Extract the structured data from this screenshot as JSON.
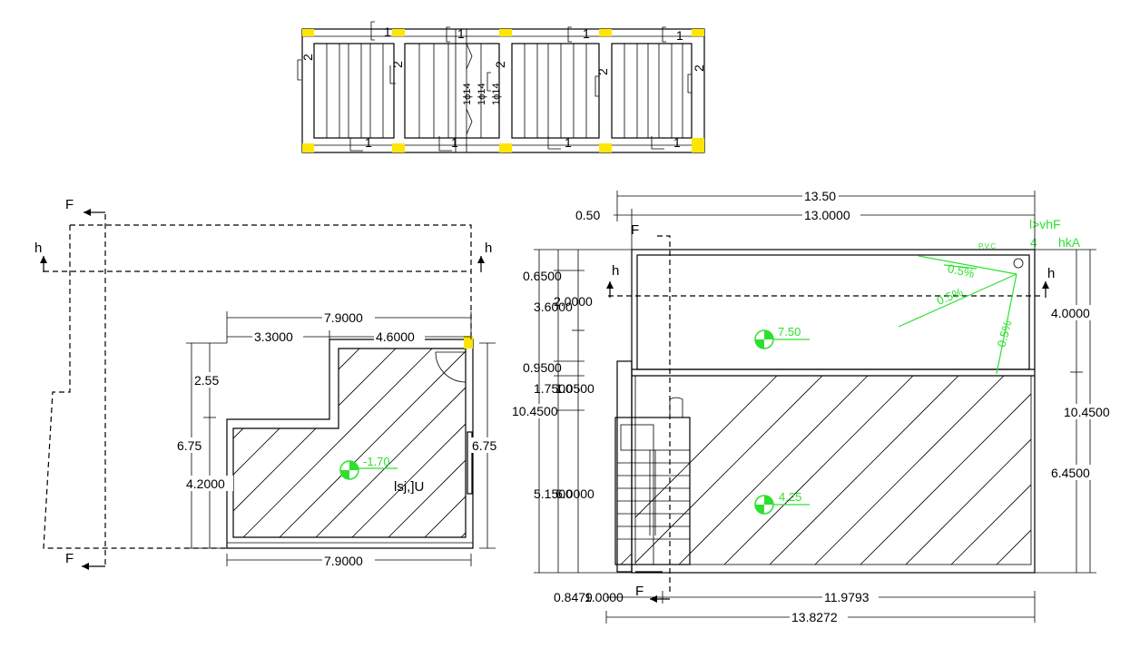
{
  "colors": {
    "line": "#000000",
    "annotation": "#2ee02e",
    "marker": "#ffe600",
    "background": "#ffffff"
  },
  "elevation": {
    "bracket_1": "1",
    "bracket_2": "2",
    "rebar_1": "1ϕ14",
    "rebar_2": "1ϕ14",
    "rebar_3": "1ϕ14"
  },
  "left_plan": {
    "section_f": "F",
    "section_h": "h",
    "dim_top_total": "7.9000",
    "dim_top_left": "3.3000",
    "dim_top_right": "4.6000",
    "dim_bottom": "7.9000",
    "dim_left_upper": "2.55",
    "dim_left_total": "6.75",
    "dim_left_lower": "4.2000",
    "dim_right": "6.75",
    "level": "-1.70",
    "room_label": "lsj,]U"
  },
  "right_plan": {
    "section_f": "F",
    "section_h": "h",
    "dim_top_total": "13.50",
    "dim_top_inner": "13.0000",
    "dim_top_offset": "0.50",
    "dim_bottom_left": "0.8479",
    "dim_bottom_left_2": "1.0000",
    "dim_bottom_mid": "11.9793",
    "dim_bottom_total": "13.8272",
    "dim_left_a": "0.6500",
    "dim_left_b": "3.6000",
    "dim_left_c": "2.0000",
    "dim_left_d": "0.9500",
    "dim_left_e": "1.7500",
    "dim_left_f": "1.0500",
    "dim_left_g": "10.4500",
    "dim_left_h": "5.1500",
    "dim_left_i": "6.0000",
    "dim_right_upper": "4.0000",
    "dim_right_total": "10.4500",
    "dim_right_lower": "6.4500",
    "level_roof": "7.50",
    "level_floor": "4.25",
    "slope_1": "0.5%",
    "slope_2": "0.5%",
    "slope_3": "0.5%",
    "note_1": "l>vhF",
    "note_2": "4",
    "note_3": "hkA",
    "note_small": "P.V.C"
  }
}
